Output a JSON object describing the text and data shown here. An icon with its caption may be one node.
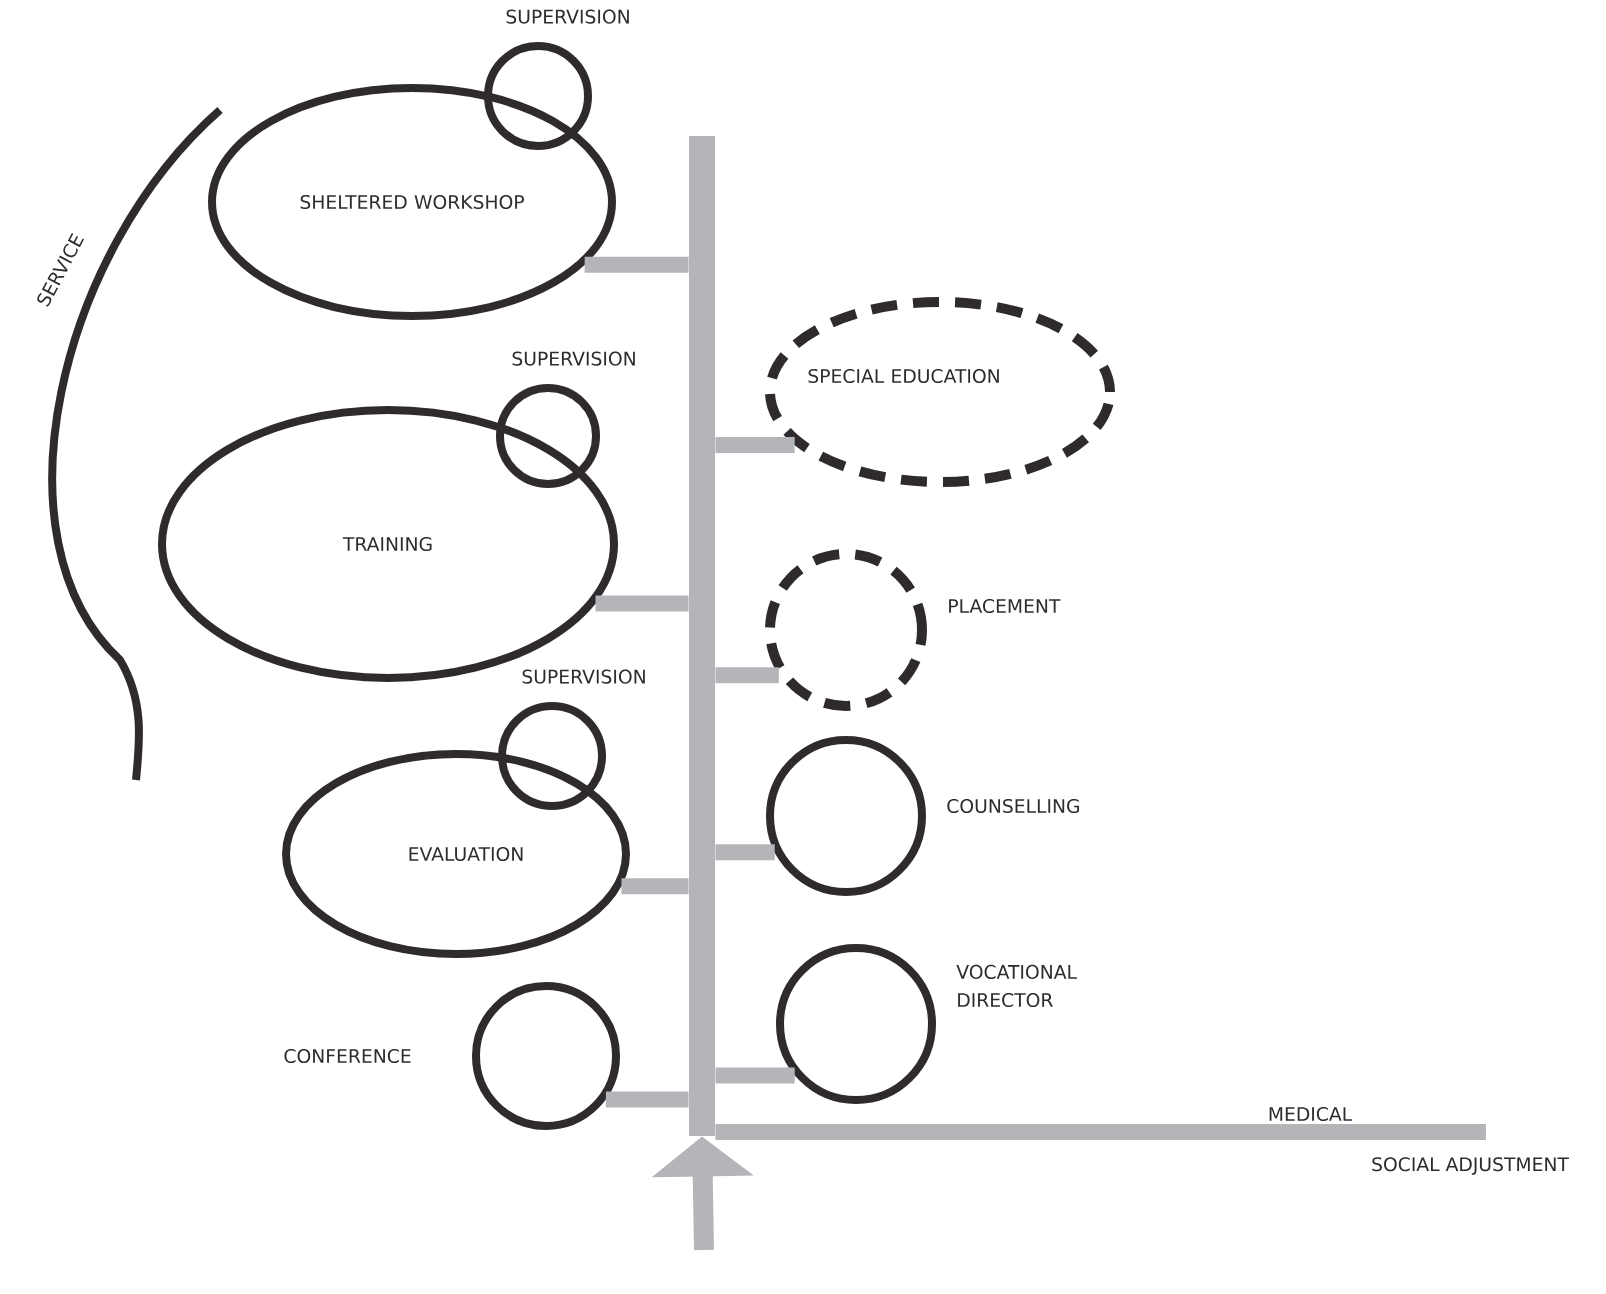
{
  "diagram": {
    "nodes": [
      {
        "text": [],
        "shape": "bar"
      },
      {
        "text": [
          "SUPERVISION"
        ]
      },
      {
        "text": [
          "SHELTERED WORKSHOP"
        ]
      },
      {
        "text": [
          "SPECIAL EDUCATION"
        ]
      },
      {
        "text": [
          "SUPERVISION"
        ]
      },
      {
        "text": [
          "TRAINING"
        ]
      },
      {
        "text": [
          "PLACEMENT"
        ]
      },
      {
        "text": [
          "SUPERVISION"
        ]
      },
      {
        "text": [
          "COUNSELLING"
        ]
      },
      {
        "text": [
          "EVALUATION"
        ]
      },
      {
        "text": [
          "VOCATIONAL DIRECTOR"
        ]
      },
      {
        "text": [
          "CONFERENCE"
        ]
      }
    ],
    "edges": [
      {
        "from": 0,
        "to": 2,
        "arrow": "none"
      },
      {
        "from": 0,
        "to": 3,
        "arrow": "none"
      },
      {
        "from": 0,
        "to": 5,
        "arrow": "none"
      },
      {
        "from": 0,
        "to": 6,
        "arrow": "none"
      },
      {
        "from": 0,
        "to": 8,
        "arrow": "none"
      },
      {
        "from": 0,
        "to": 9,
        "arrow": "none"
      },
      {
        "from": 0,
        "to": 10,
        "arrow": "none"
      },
      {
        "from": 0,
        "to": 11,
        "arrow": "none"
      },
      {
        "from": 0,
        "to": null,
        "arrow": "none"
      },
      {
        "from": null,
        "to": 0,
        "arrow": "to"
      }
    ],
    "labels": [
      "SERVICE",
      "MEDICAL",
      "SOCIAL ADJUSTMENT"
    ]
  }
}
